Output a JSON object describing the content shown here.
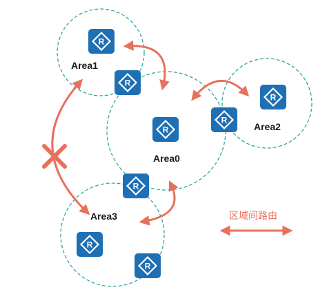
{
  "areas": [
    {
      "id": "area1",
      "label": "Area1"
    },
    {
      "id": "area2",
      "label": "Area2"
    },
    {
      "id": "area0",
      "label": "Area0"
    },
    {
      "id": "area3",
      "label": "Area3"
    }
  ],
  "router_symbol": "R",
  "legend": {
    "label": "区域间路由"
  },
  "colors": {
    "router_fill": "#1f6fb5",
    "circle_stroke": "#2fa7a3",
    "arrow": "#e8705e",
    "blocked_mark": "#e8705e"
  },
  "icons": {
    "router": "router-icon",
    "blocked": "blocked-x-icon",
    "arrow": "double-arrow-icon"
  }
}
